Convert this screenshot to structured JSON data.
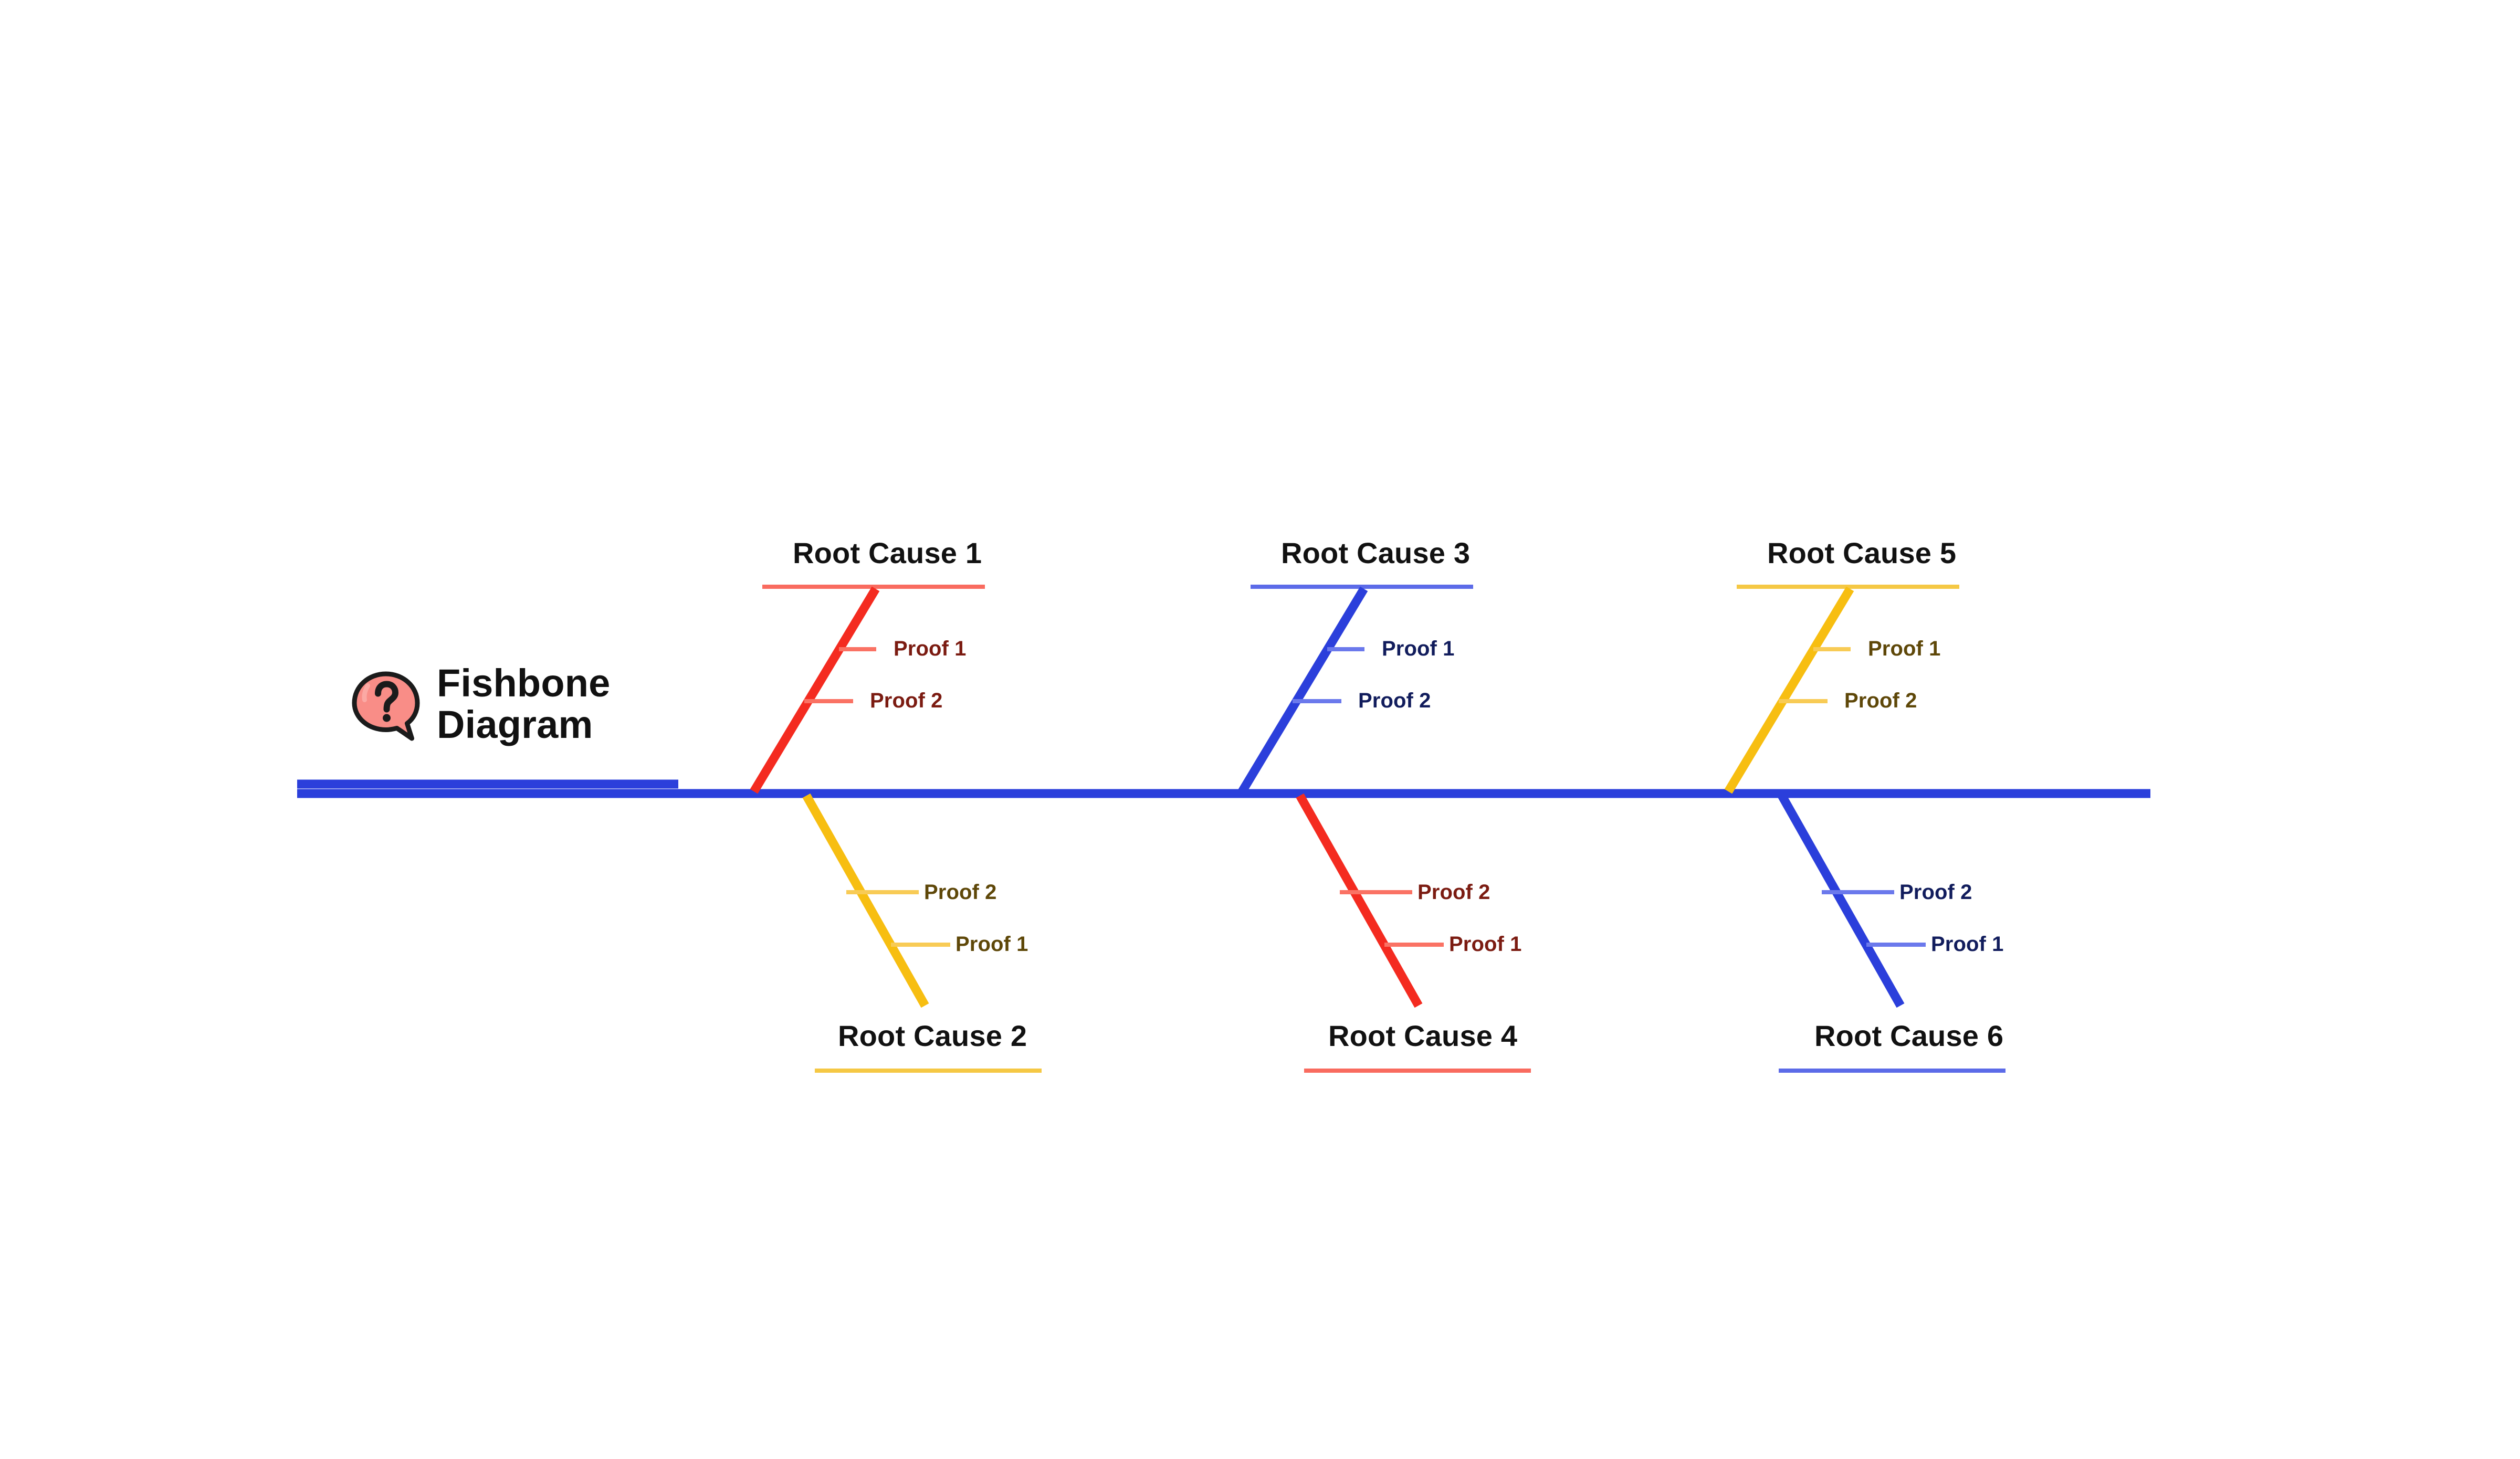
{
  "title": {
    "line1": "Fishbone",
    "line2": "Diagram",
    "icon": "question-speech-bubble-icon"
  },
  "colors": {
    "spine_blue": "#2B3FDB",
    "branch_red": "#F42B20",
    "branch_blue": "#2B3FDB",
    "branch_yellow": "#F7BE11",
    "underline_red": "#F96B5F",
    "underline_blue": "#5C6BE8",
    "underline_yellow": "#F5C844",
    "connector_red": "#FA7264",
    "connector_blue": "#6B79EC",
    "connector_yellow": "#F8CB55",
    "text_dark": "#111111",
    "proof_text_red": "#7B1B11",
    "proof_text_blue": "#111C5C",
    "proof_text_yellow": "#5E4708",
    "icon_bubble_fill": "#F98D87",
    "icon_bubble_stroke": "#1B1B1B",
    "background": "#FFFFFF"
  },
  "spine": {
    "label": "fishbone-spine",
    "color": "#2B3FDB"
  },
  "branches": [
    {
      "id": "root-cause-1",
      "label": "Root Cause 1",
      "position": "top",
      "color": "#F42B20",
      "underline_color": "#F96B5F",
      "proofs": [
        {
          "label": "Proof 1",
          "order": 1
        },
        {
          "label": "Proof 2",
          "order": 2
        }
      ]
    },
    {
      "id": "root-cause-2",
      "label": "Root Cause 2",
      "position": "bottom",
      "color": "#F7BE11",
      "underline_color": "#F5C844",
      "proofs": [
        {
          "label": "Proof 2",
          "order": 1
        },
        {
          "label": "Proof 1",
          "order": 2
        }
      ]
    },
    {
      "id": "root-cause-3",
      "label": "Root Cause 3",
      "position": "top",
      "color": "#2B3FDB",
      "underline_color": "#5C6BE8",
      "proofs": [
        {
          "label": "Proof 1",
          "order": 1
        },
        {
          "label": "Proof 2",
          "order": 2
        }
      ]
    },
    {
      "id": "root-cause-4",
      "label": "Root Cause 4",
      "position": "bottom",
      "color": "#F42B20",
      "underline_color": "#F96B5F",
      "proofs": [
        {
          "label": "Proof 2",
          "order": 1
        },
        {
          "label": "Proof 1",
          "order": 2
        }
      ]
    },
    {
      "id": "root-cause-5",
      "label": "Root Cause 5",
      "position": "top",
      "color": "#F7BE11",
      "underline_color": "#F5C844",
      "proofs": [
        {
          "label": "Proof 1",
          "order": 1
        },
        {
          "label": "Proof 2",
          "order": 2
        }
      ]
    },
    {
      "id": "root-cause-6",
      "label": "Root Cause 6",
      "position": "bottom",
      "color": "#2B3FDB",
      "underline_color": "#5C6BE8",
      "proofs": [
        {
          "label": "Proof 2",
          "order": 1
        },
        {
          "label": "Proof 1",
          "order": 2
        }
      ]
    }
  ]
}
